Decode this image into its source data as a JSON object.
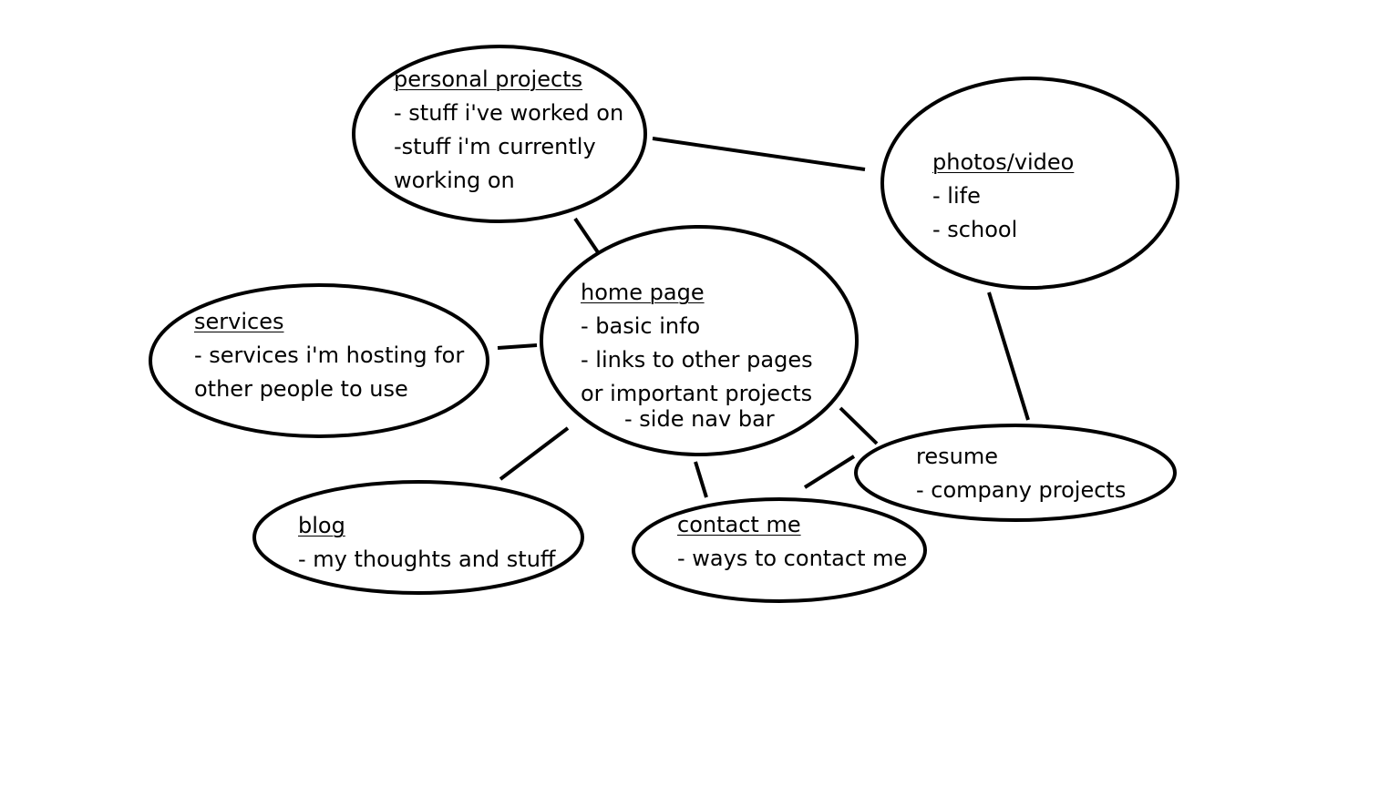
{
  "nodes": {
    "personal_projects": {
      "title": "personal projects",
      "lines": [
        "- stuff i've worked on",
        "-stuff i'm currently",
        "working on"
      ]
    },
    "photos_video": {
      "title": "photos/video",
      "lines": [
        "- life",
        "- school"
      ]
    },
    "services": {
      "title": "services",
      "lines": [
        "- services i'm hosting for",
        "other people to use"
      ]
    },
    "home_page": {
      "title": "home page",
      "lines": [
        "- basic info",
        "- links to other pages",
        "or important projects",
        "- side nav bar"
      ]
    },
    "resume": {
      "title": "resume",
      "lines": [
        "- company projects"
      ]
    },
    "blog": {
      "title": "blog",
      "lines": [
        "- my thoughts and stuff"
      ]
    },
    "contact_me": {
      "title": "contact me",
      "lines": [
        "- ways to contact me"
      ]
    }
  }
}
